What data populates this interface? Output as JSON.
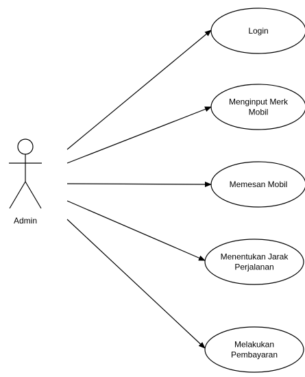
{
  "actor": {
    "label": "Admin"
  },
  "use_cases": [
    {
      "lines": [
        "Login"
      ]
    },
    {
      "lines": [
        "Menginput Merk",
        "Mobil"
      ]
    },
    {
      "lines": [
        "Memesan Mobil"
      ]
    },
    {
      "lines": [
        "Menentukan Jarak",
        "Perjalanan"
      ]
    },
    {
      "lines": [
        "Melakukan",
        "Pembayaran"
      ]
    }
  ],
  "colors": {
    "stroke": "#000000",
    "fill": "#ffffff"
  }
}
